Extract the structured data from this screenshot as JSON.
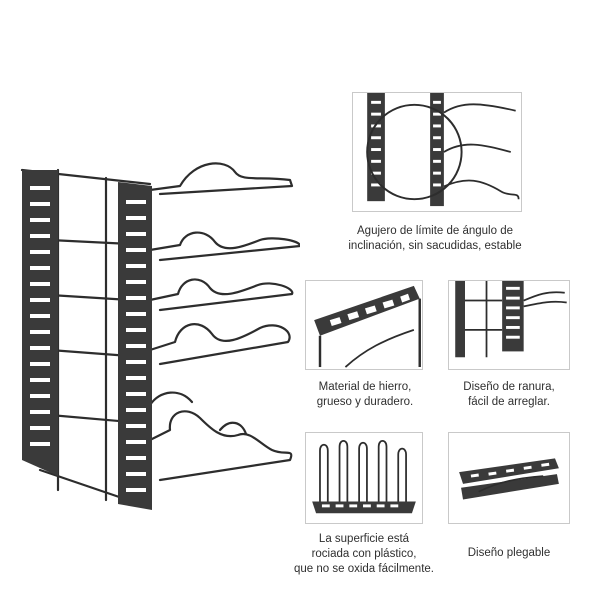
{
  "features": [
    {
      "id": "tilt-limit",
      "caption": [
        "Agujero de límite de ángulo de",
        "inclinación, sin sacudidas, estable"
      ]
    },
    {
      "id": "iron-material",
      "caption": [
        "Material de hierro,",
        "grueso y duradero."
      ]
    },
    {
      "id": "slot-design",
      "caption": [
        "Diseño de ranura,",
        "fácil de arreglar."
      ]
    },
    {
      "id": "plastic-coating",
      "caption": [
        "La superficie está",
        "rociada con plástico,",
        "que no se oxida fácilmente."
      ]
    },
    {
      "id": "foldable",
      "caption": [
        "Diseño plegable"
      ]
    }
  ]
}
